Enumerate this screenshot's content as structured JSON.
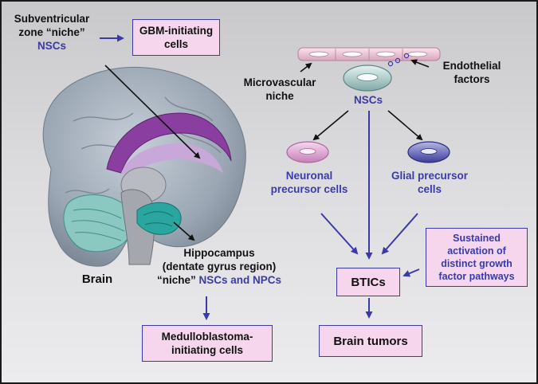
{
  "labels": {
    "svz_line1": "Subventricular",
    "svz_line2": "zone “niche”",
    "svz_line3": "NSCs",
    "gbm_line1": "GBM-initiating",
    "gbm_line2": "cells",
    "micro_line1": "Microvascular",
    "micro_line2": "niche",
    "endo_line1": "Endothelial",
    "endo_line2": "factors",
    "nscs": "NSCs",
    "neuronal_line1": "Neuronal",
    "neuronal_line2": "precursor cells",
    "glial_line1": "Glial precursor",
    "glial_line2": "cells",
    "hippo_line1": "Hippocampus",
    "hippo_line2": "(dentate gyrus region)",
    "hippo_line3a": "“niche”",
    "hippo_line3b": "NSCs and NPCs",
    "brain": "Brain",
    "btics": "BTICs",
    "sustained_line1": "Sustained",
    "sustained_line2": "activation of",
    "sustained_line3": "distinct growth",
    "sustained_line4": "factor pathways",
    "medullo_line1": "Medulloblastoma-",
    "medullo_line2": "initiating cells",
    "tumors": "Brain tumors"
  },
  "colors": {
    "accent_blue": "#3a3aa8",
    "box_fill": "#f6d6ec",
    "hippocampus": "#2aa5a0",
    "ventricle": "#8a3fa0"
  }
}
